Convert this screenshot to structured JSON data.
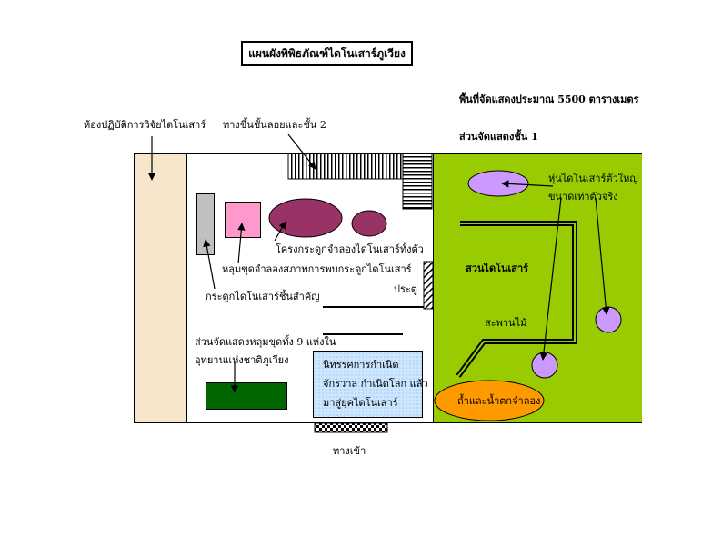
{
  "title": "แผนผังพิพิธภัณฑ์ไดโนเสาร์ภูเวียง",
  "area_note": "พื้นที่จัดแสดงประมาณ 5500 ตารางเมตร",
  "labels": {
    "lab": "ห้องปฏิบัติการวิจัยไดโนเสาร์",
    "stairs": "ทางขึ้นชั้นลอยและชั้น 2",
    "zone1": "ส่วนจัดแสดงชั้น 1",
    "model_line1": "หุ่นไดโนเสาร์ตัวใหญ่",
    "model_line2": "ขนาดเท่าตัวจริง",
    "skeleton": "โครงกระดูกจำลองไดโนเสาร์ทั้งตัว",
    "excavation": "หลุมขุดจำลองสภาพการพบกระดูกไดโนเสาร์",
    "important_bones": "กระดูกไดโนเสาร์ชิ้นสำคัญ",
    "door": "ประตู",
    "garden": "สวนไดโนเสาร์",
    "bridge": "สะพานไม้",
    "pits_line1": "ส่วนจัดแสดงหลุมขุดทั้ง 9 แห่งใน",
    "pits_line2": "อุทยานแห่งชาติภูเวียง",
    "exhibit_line1": "นิทรรศการกำเนิด",
    "exhibit_line2": "จักรวาล กำเนิดโลก แล้ว",
    "exhibit_line3": "มาสู่ยุคไดโนเสาร์",
    "cave": "ถ้ำและน้ำตกจำลอง",
    "entrance": "ทางเข้า"
  },
  "colors": {
    "lab_fill": "#f8e6cc",
    "garden_fill": "#99cc00",
    "grey_box": "#c0c0c0",
    "pink_box": "#ff99cc",
    "maroon": "#993366",
    "lavender": "#cc99ff",
    "dark_green": "#006600",
    "exhibit_fill": "#cce6ff",
    "cave_orange": "#ff9900"
  }
}
